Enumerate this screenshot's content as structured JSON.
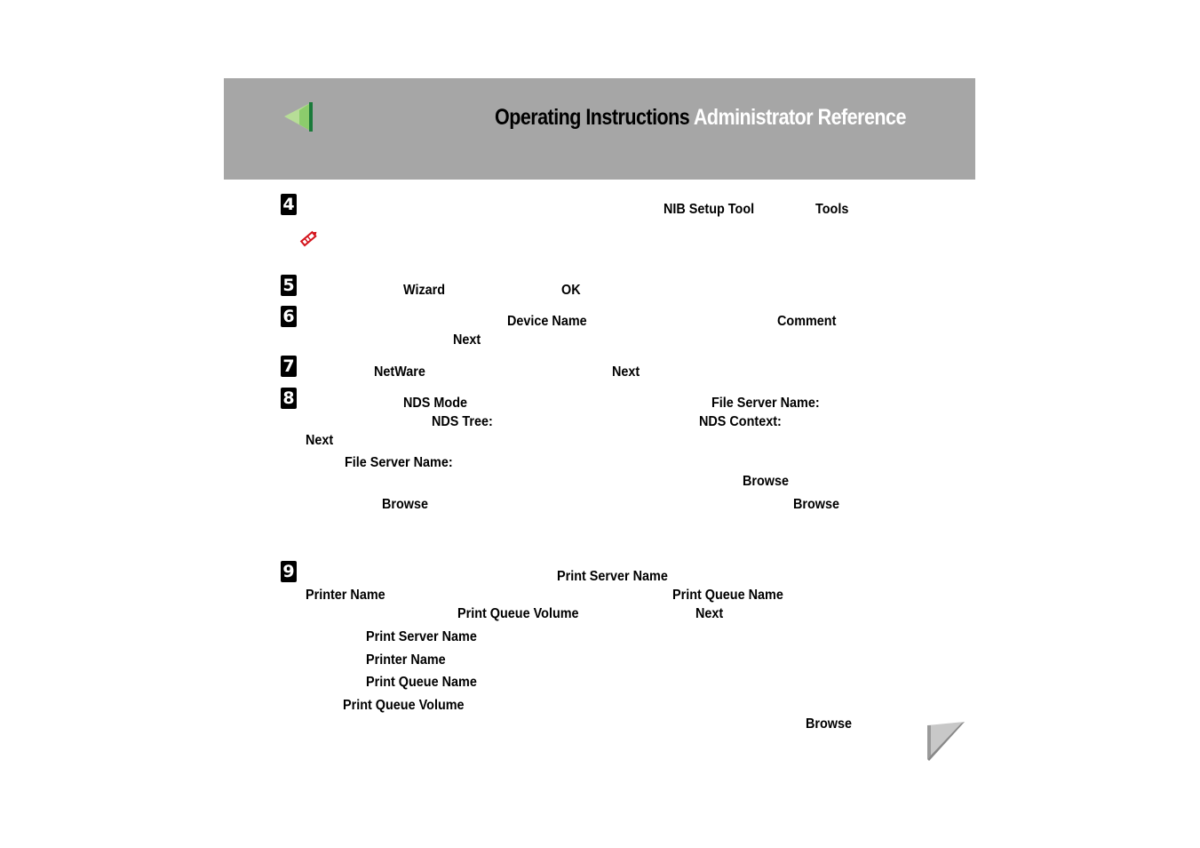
{
  "header": {
    "title_main": "Operating Instructions",
    "title_sub": "Administrator Reference",
    "back_icon": "triangle-left-green-icon"
  },
  "steps": {
    "s4": {
      "num": "4",
      "kw1": "NIB Setup Tool",
      "kw2": "Tools",
      "note_icon": "pencil-note-icon"
    },
    "s5": {
      "num": "5",
      "kw1": "Wizard",
      "kw2": "OK"
    },
    "s6": {
      "num": "6",
      "kw1": "Device Name",
      "kw2": "Comment",
      "kw3": "Next"
    },
    "s7": {
      "num": "7",
      "kw1": "NetWare",
      "kw2": "Next"
    },
    "s8": {
      "num": "8",
      "kw1": "NDS Mode",
      "kw2": "File Server Name:",
      "kw3": "NDS Tree:",
      "kw4": "NDS Context:",
      "kw5": "Next",
      "kw6": "File Server Name:",
      "kw7": "Browse",
      "kw8": "Browse",
      "kw9": "Browse"
    },
    "s9": {
      "num": "9",
      "kw1": "Print Server Name",
      "kw2": "Printer Name",
      "kw3": "Print Queue Name",
      "kw4": "Print Queue Volume",
      "kw5": "Next",
      "kw6": "Print Server Name",
      "kw7": "Printer Name",
      "kw8": "Print Queue Name",
      "kw9": "Print Queue Volume",
      "kw10": "Browse"
    }
  },
  "footer": {
    "next_icon": "page-curl-next-icon"
  },
  "colors": {
    "header_bg": "#a6a6a6",
    "arrow_green": "#1a7a3a",
    "note_red": "#d4141c"
  }
}
